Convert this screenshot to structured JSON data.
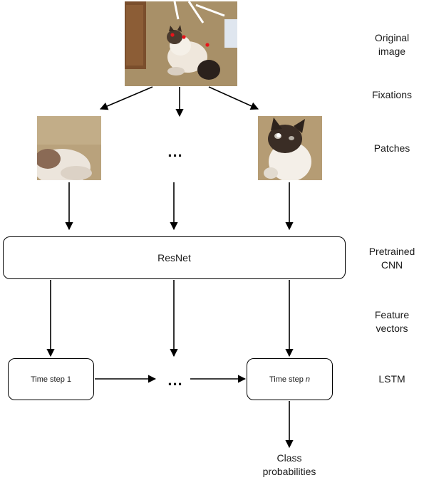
{
  "labels": {
    "original_image": "Original\nimage",
    "fixations": "Fixations",
    "patches": "Patches",
    "pretrained_cnn": "Pretrained\nCNN",
    "feature_vectors": "Feature\nvectors",
    "lstm": "LSTM",
    "class_probabilities": "Class\nprobabilities"
  },
  "nodes": {
    "resnet": "ResNet",
    "time_step_1": "Time step 1",
    "time_step_n_prefix": "Time step ",
    "time_step_n_var": "n",
    "ellipsis": "..."
  },
  "images": {
    "original": "cat-photo",
    "patch_left": "cat-fur-patch",
    "patch_right": "cat-face-patch"
  },
  "colors": {
    "stroke": "#000000",
    "fixation_dot": "#e8141b"
  }
}
